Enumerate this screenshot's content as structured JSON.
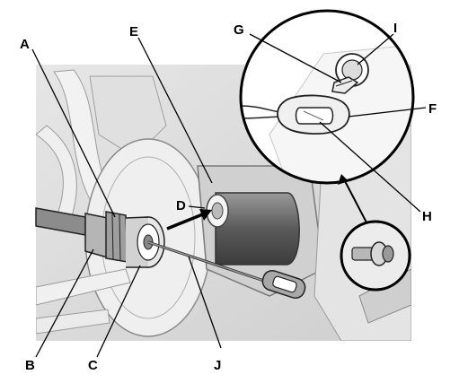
{
  "callouts": {
    "a": "A",
    "b": "B",
    "c": "C",
    "d": "D",
    "e": "E",
    "f": "F",
    "g": "G",
    "h": "H",
    "i": "I",
    "j": "J"
  },
  "colors": {
    "background_photo": "#d9d9d9",
    "part_shadow": "#6e6e6e",
    "line": "#000000"
  }
}
